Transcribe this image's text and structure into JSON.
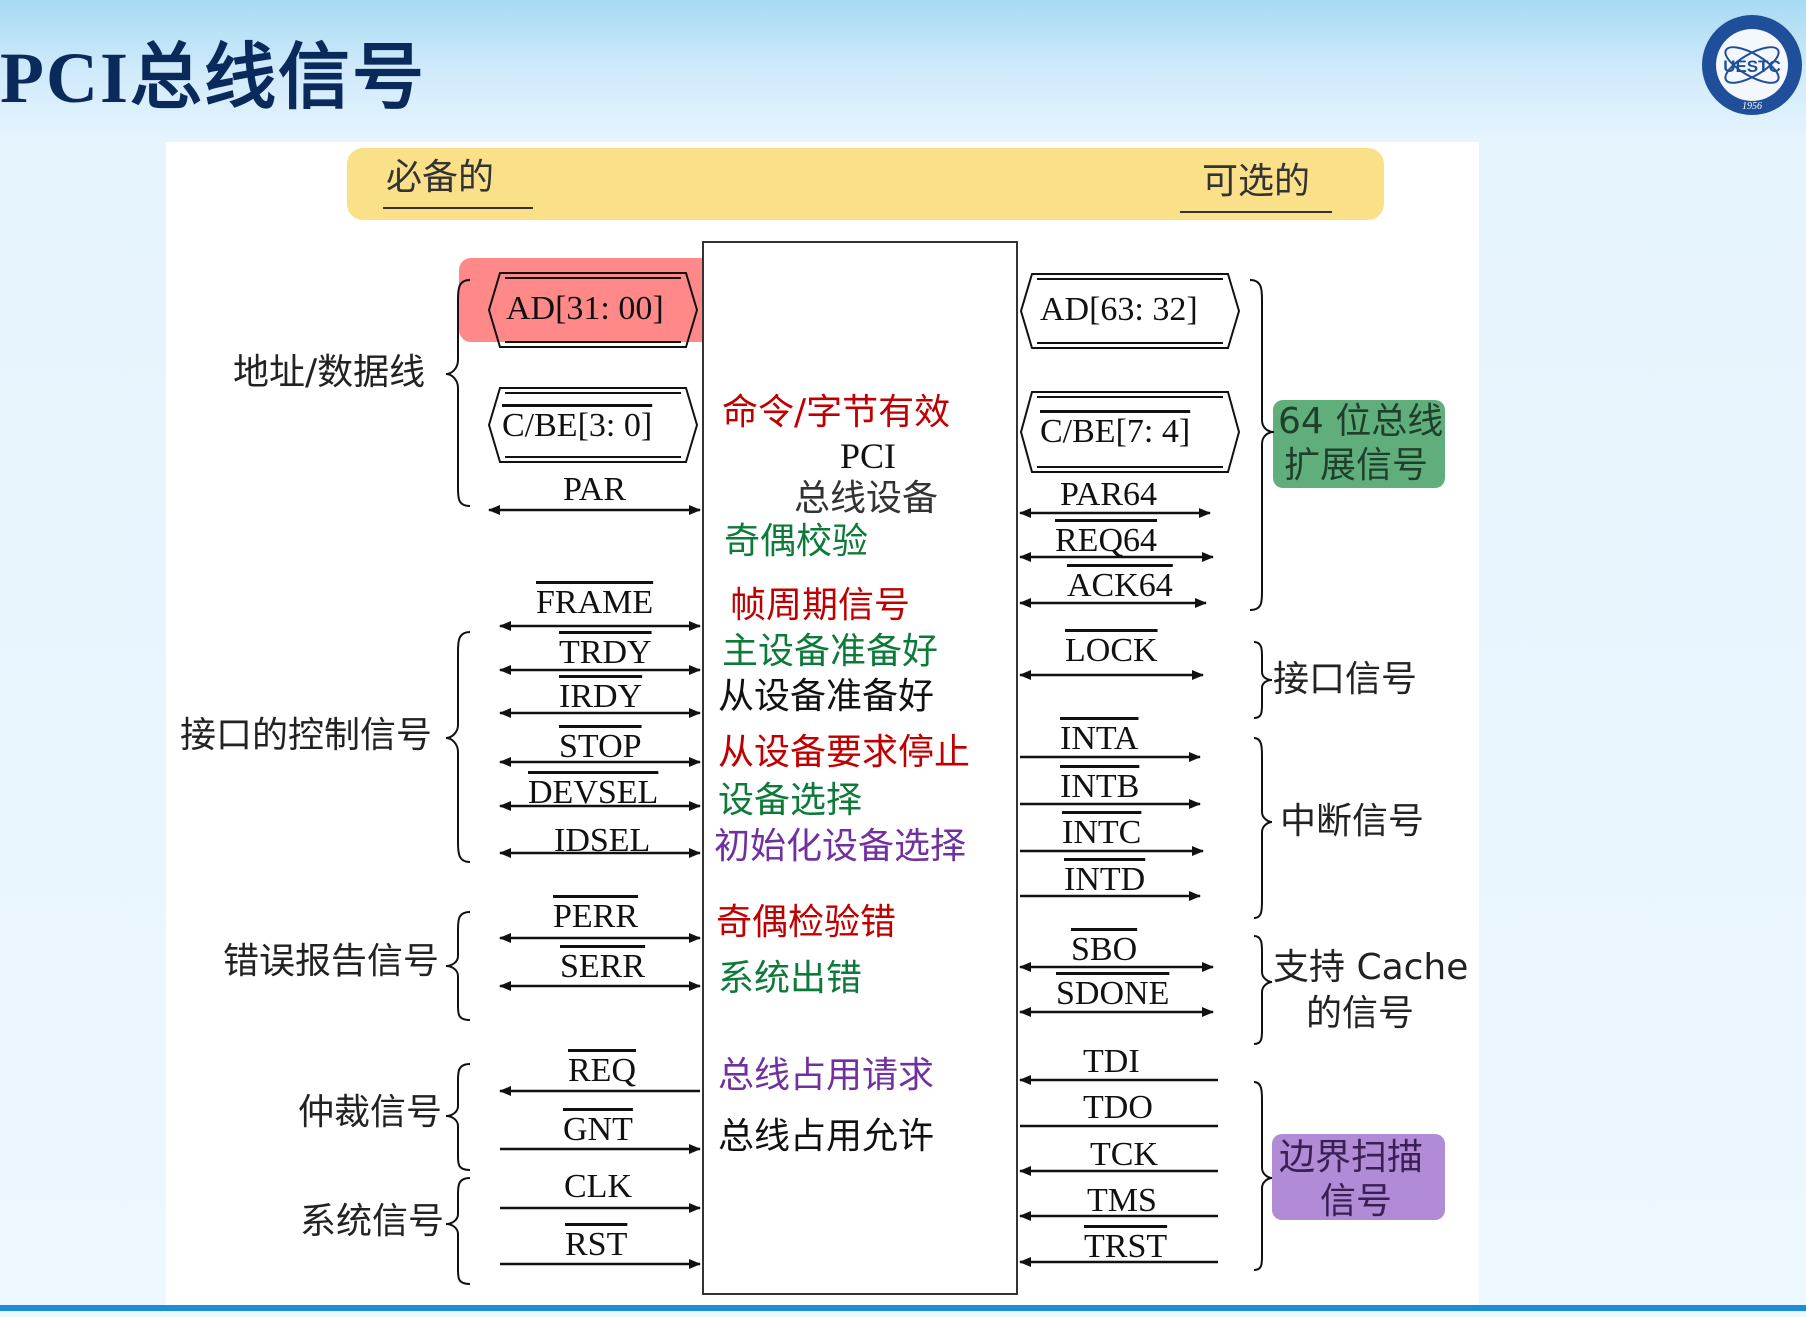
{
  "title": "PCI总线信号",
  "logo_text": "UESTC",
  "logo_year": "1956",
  "header": {
    "required": "必备的",
    "optional": "可选的"
  },
  "device": {
    "line1": "PCI",
    "line2": "总线设备"
  },
  "left_groups": {
    "addr": "地址/数据线",
    "ctrl": "接口的控制信号",
    "err": "错误报告信号",
    "arb": "仲裁信号",
    "sys": "系统信号"
  },
  "right_groups": {
    "ext64_line1": "64 位总线",
    "ext64_line2": "扩展信号",
    "iface": "接口信号",
    "intr": "中断信号",
    "cache_line1": "支持 Cache",
    "cache_line2": "的信号",
    "bscan_line1": "边界扫描",
    "bscan_line2": "信号"
  },
  "left_signals": {
    "ad": "AD[31: 00]",
    "cbe": "C/BE[3: 0]",
    "par": "PAR",
    "frame": "FRAME",
    "trdy": "TRDY",
    "irdy": "IRDY",
    "stop": "STOP",
    "devsel": "DEVSEL",
    "idsel": "IDSEL",
    "perr": "PERR",
    "serr": "SERR",
    "req": "REQ",
    "gnt": "GNT",
    "clk": "CLK",
    "rst": "RST"
  },
  "right_signals": {
    "ad64": "AD[63: 32]",
    "cbe64": "C/BE[7: 4]",
    "par64": "PAR64",
    "req64": "REQ64",
    "ack64": "ACK64",
    "lock": "LOCK",
    "inta": "INTA",
    "intb": "INTB",
    "intc": "INTC",
    "intd": "INTD",
    "sbo": "SBO",
    "sdone": "SDONE",
    "tdi": "TDI",
    "tdo": "TDO",
    "tck": "TCK",
    "tms": "TMS",
    "trst": "TRST"
  },
  "descriptions": {
    "cmd": "命令/字节有效",
    "parity": "奇偶校验",
    "frame": "帧周期信号",
    "master_ready": "主设备准备好",
    "slave_ready": "从设备准备好",
    "slave_stop": "从设备要求停止",
    "devsel": "设备选择",
    "init_sel": "初始化设备选择",
    "parity_err": "奇偶检验错",
    "sys_err": "系统出错",
    "bus_req": "总线占用请求",
    "bus_grant": "总线占用允许"
  },
  "colors": {
    "title": "#0b2a5c",
    "header_band": "#fbe08a",
    "ad_highlight": "#ff7b7b",
    "ext64_box": "#5fae7c",
    "bscan_box": "#b28bd6",
    "red": "#c00000",
    "green": "#0d7a3a",
    "purple": "#7030a0",
    "bottom_line": "#1a8fd6"
  }
}
